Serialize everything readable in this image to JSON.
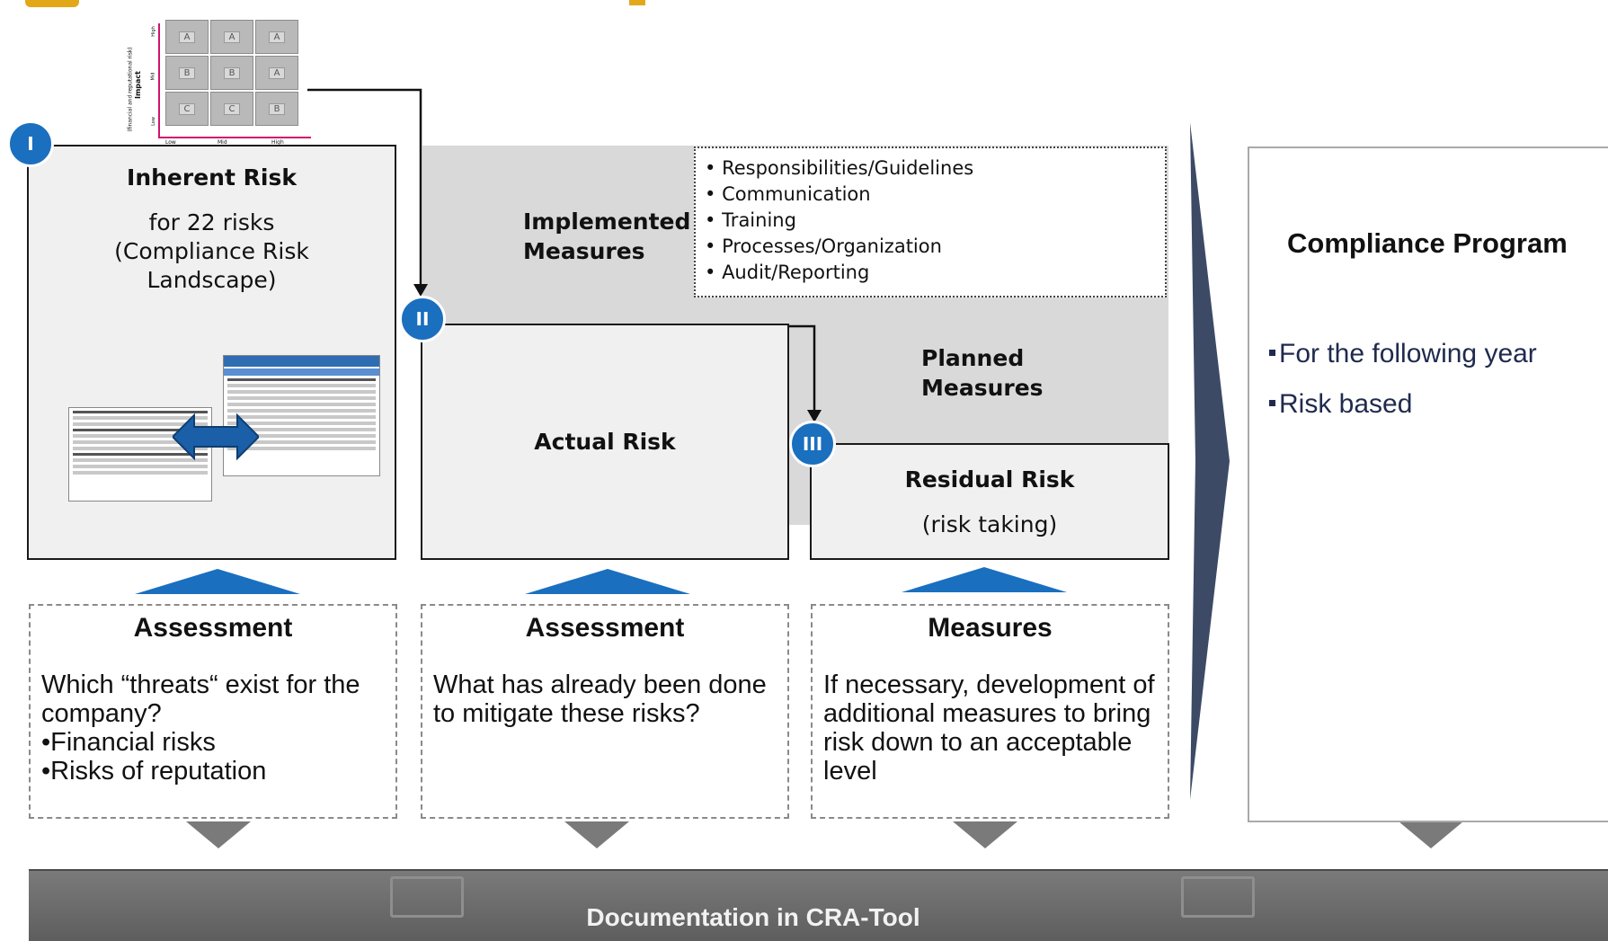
{
  "matrix": {
    "y_axis_label": "Impact",
    "y_axis_sublabel": "(financial and reputational risk)",
    "y_ticks": [
      "High",
      "Mid",
      "Low"
    ],
    "x_ticks": [
      "Low",
      "Mid",
      "High"
    ],
    "cells": [
      [
        "A",
        "A",
        "A"
      ],
      [
        "B",
        "B",
        "A"
      ],
      [
        "C",
        "C",
        "B"
      ]
    ]
  },
  "steps": {
    "one": {
      "marker": "I",
      "title": "Inherent Risk",
      "line1": "for 22 risks",
      "line2": "(Compliance Risk",
      "line3": "Landscape)"
    },
    "two": {
      "marker": "II",
      "title": "Actual Risk"
    },
    "three": {
      "marker": "III",
      "title": "Residual Risk",
      "subtitle": "(risk taking)"
    }
  },
  "implemented": {
    "label_line1": "Implemented",
    "label_line2": "Measures",
    "items": [
      "Responsibilities/Guidelines",
      "Communication",
      "Training",
      "Processes/Organization",
      "Audit/Reporting"
    ]
  },
  "planned": {
    "label_line1": "Planned",
    "label_line2": "Measures"
  },
  "bottom_boxes": [
    {
      "title": "Assessment",
      "lines": [
        "Which “threats“  exist for the",
        "company?",
        "•Financial risks",
        "•Risks of reputation"
      ]
    },
    {
      "title": "Assessment",
      "lines": [
        "What has already been done",
        "to mitigate these risks?"
      ]
    },
    {
      "title": "Measures",
      "lines": [
        "If necessary, development of",
        "additional measures to bring",
        "risk down to an acceptable",
        "level"
      ]
    }
  ],
  "program": {
    "title": "Compliance Program",
    "items": [
      "For the following year",
      "Risk based"
    ]
  },
  "footer": {
    "label": "Documentation in CRA-Tool"
  },
  "colors": {
    "accent_blue": "#1a6fbf",
    "chevron": "#3c4a66",
    "footer_bar": "#6b6b6b",
    "gray_band": "#d9d9d9"
  }
}
